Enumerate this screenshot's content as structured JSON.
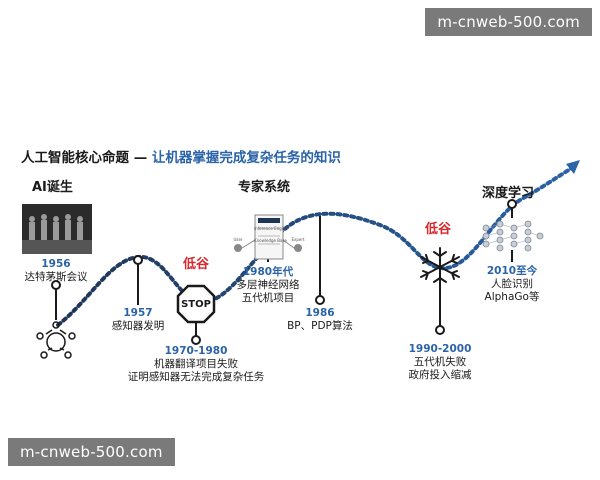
{
  "watermark": "m-cnweb-500.com",
  "heading": {
    "main": "人工智能核心命题 — ",
    "accent": "让机器掌握完成复杂任务的知识"
  },
  "eras": {
    "birth": "AI诞生",
    "expert": "专家系统",
    "deep": "深度学习",
    "low1": "低谷",
    "low2": "低谷"
  },
  "events": {
    "e1956": {
      "year": "1956",
      "desc": "达特茅斯会议"
    },
    "e1957": {
      "year": "1957",
      "desc": "感知器发明"
    },
    "e1970": {
      "year": "1970-1980",
      "line1": "机器翻译项目失败",
      "line2": "证明感知器无法完成复杂任务"
    },
    "e1980": {
      "year": "1980年代",
      "line1": "多层神经网络",
      "line2": "五代机项目"
    },
    "e1986": {
      "year": "1986",
      "desc": "BP、PDP算法"
    },
    "e1990": {
      "year": "1990-2000",
      "line1": "五代机失败",
      "line2": "政府投入缩减"
    },
    "e2010": {
      "year": "2010至今",
      "line1": "人脸识别",
      "line2": "AlphaGo等"
    }
  },
  "icons": {
    "stop_sign": "STOP",
    "expert_sheet": [
      "Inference Engine",
      "Knowledge Base"
    ],
    "expert_labels": [
      "User",
      "Expert"
    ]
  },
  "colors": {
    "accent_blue": "#2a63a8",
    "dark_navy": "#1f3556",
    "alert_red": "#d6282b"
  }
}
